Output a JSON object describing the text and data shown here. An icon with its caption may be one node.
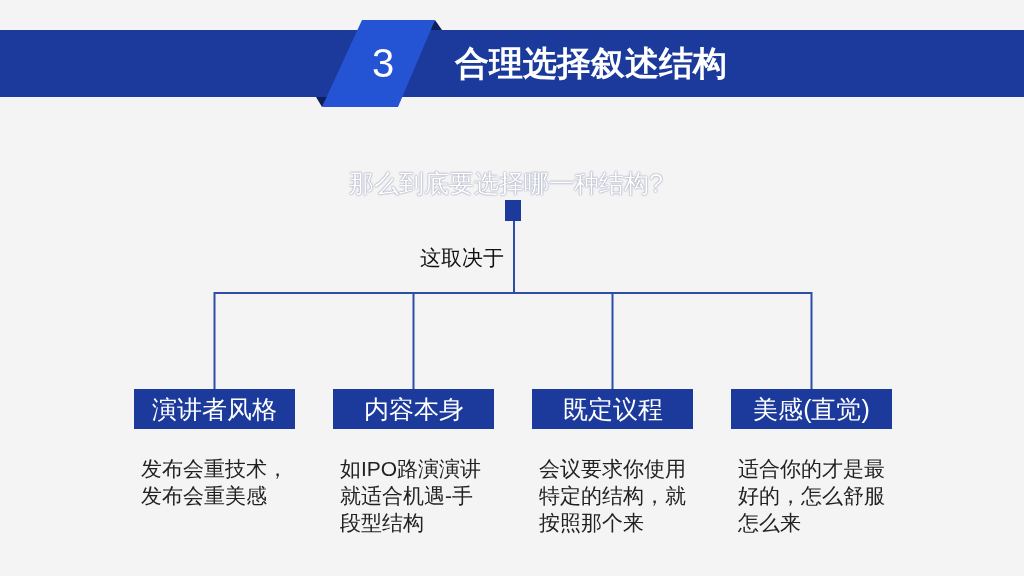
{
  "diagram": {
    "title": "合理选择叙述结构",
    "nodes": [
      {
        "text": [
          "3"
        ]
      },
      {
        "text": [
          "那么到底要选择哪一种结构?"
        ]
      },
      {
        "text": [
          "演讲者风格"
        ],
        "beside": [
          "发布会重技术，发布会重美感"
        ]
      },
      {
        "text": [
          "内容本身"
        ],
        "beside": [
          "如IPO路演演讲就适合机遇-手段型结构"
        ]
      },
      {
        "text": [
          "既定议程"
        ],
        "beside": [
          "会议要求你使用特定的结构，就按照那个来"
        ]
      },
      {
        "text": [
          "美感(直觉)"
        ],
        "beside": [
          "适合你的才是最好的，怎么舒服怎么来"
        ]
      }
    ],
    "edges": [
      {
        "from": 1,
        "to": 2,
        "arrow": "none"
      },
      {
        "from": 1,
        "to": 3,
        "arrow": "none"
      },
      {
        "from": 1,
        "to": 4,
        "arrow": "none"
      },
      {
        "from": 1,
        "to": 5,
        "arrow": "none"
      }
    ],
    "labels": [
      "这取决于"
    ]
  }
}
